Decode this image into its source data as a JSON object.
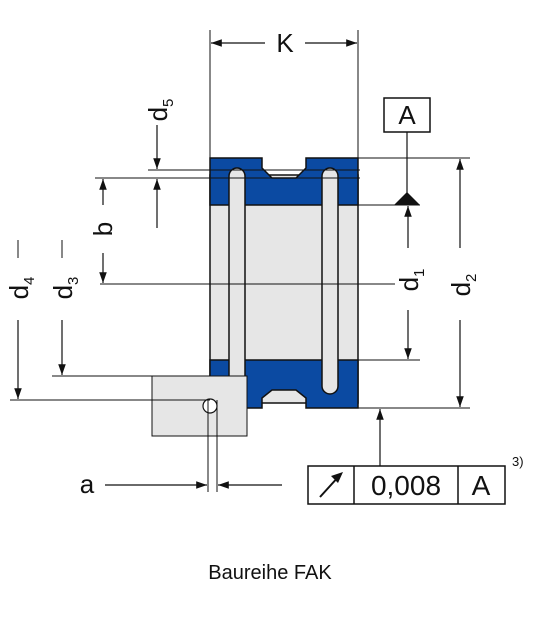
{
  "labels": {
    "K": "K",
    "d5": "d",
    "d5_sub": "5",
    "b": "b",
    "d4": "d",
    "d4_sub": "4",
    "d3": "d",
    "d3_sub": "3",
    "d1": "d",
    "d1_sub": "1",
    "d2": "d",
    "d2_sub": "2",
    "a": "a",
    "datum": "A"
  },
  "tolerance_frame": {
    "value": "0,008",
    "datum": "A",
    "note": "3)"
  },
  "caption": "Baureihe FAK",
  "colors": {
    "seal_blue": "#0b4aa2",
    "bore_grey": "#e6e6e6",
    "line": "#111111"
  },
  "icons": {
    "runout": "runout-arrow-icon"
  }
}
